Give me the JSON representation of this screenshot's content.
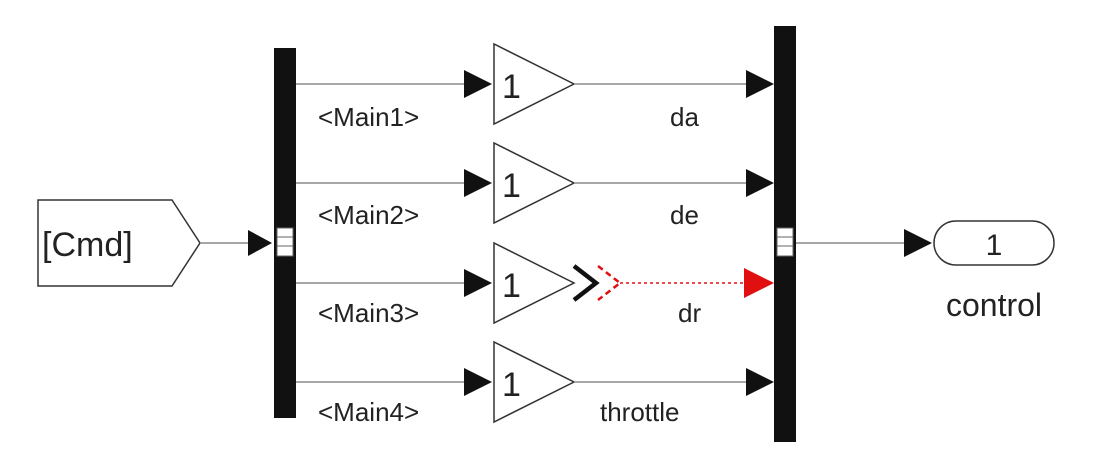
{
  "diagram": {
    "from_block": {
      "label": "[Cmd]"
    },
    "selector_signals": [
      "<Main1>",
      "<Main2>",
      "<Main3>",
      "<Main4>"
    ],
    "gain_blocks": [
      {
        "gain": "1",
        "output_label": "da"
      },
      {
        "gain": "1",
        "output_label": "de"
      },
      {
        "gain": "1",
        "output_label": "dr"
      },
      {
        "gain": "1",
        "output_label": "throttle"
      }
    ],
    "outport": {
      "number": "1",
      "name": "control"
    },
    "colors": {
      "line": "#8a8a8a",
      "block_border": "#333333",
      "bus_bar": "#111111",
      "error_highlight": "#e01010"
    }
  }
}
